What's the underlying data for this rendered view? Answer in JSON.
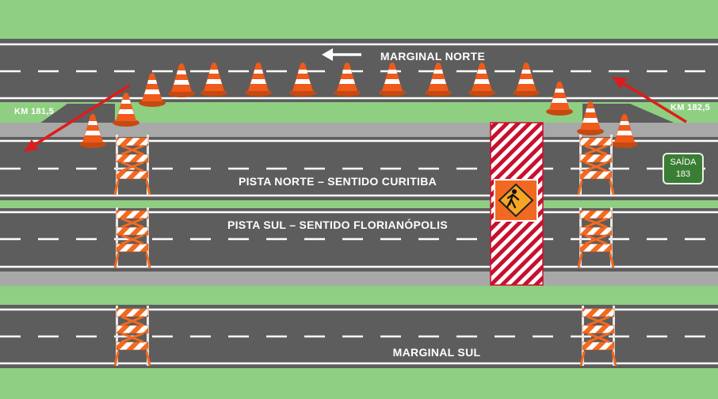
{
  "roads": {
    "marginal_norte": "MARGINAL NORTE",
    "pista_norte": "PISTA NORTE – SENTIDO CURITIBA",
    "pista_sul": "PISTA SUL – SENTIDO FLORIANÓPOLIS",
    "marginal_sul": "MARGINAL SUL"
  },
  "km_markers": {
    "left": "KM 181,5",
    "right": "KM 182,5"
  },
  "exit_sign": {
    "line1": "SAÍDA",
    "line2": "183"
  },
  "icons": {
    "traffic_cone": "traffic-cone-icon",
    "barricade": "barricade-icon",
    "worker_sign": "men-at-work-sign-icon",
    "direction_arrow": "arrow-icon"
  },
  "colors": {
    "grass": "#8fcf82",
    "asphalt": "#5d5d5d",
    "shoulder": "#a8a8a8",
    "cone_orange": "#f05a1a",
    "barricade_orange": "#f26a21",
    "arrow_red": "#e01b1b",
    "work_zone_red": "#c8102e",
    "exit_green": "#3a7d34"
  }
}
